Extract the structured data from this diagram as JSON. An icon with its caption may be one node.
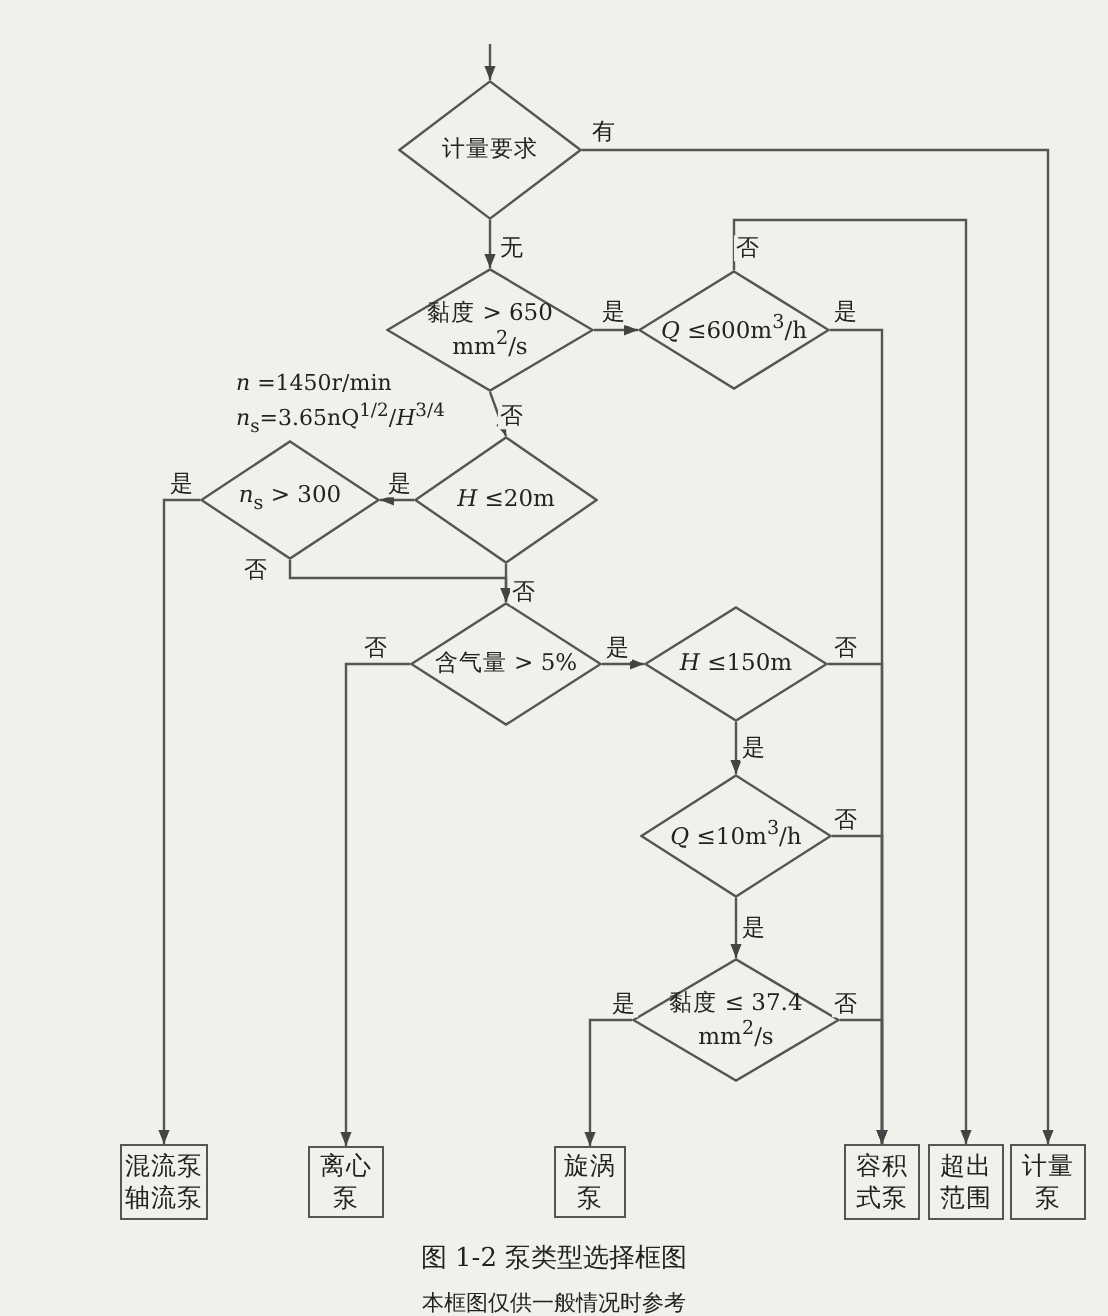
{
  "diagram": {
    "caption": "图 1-2 泵类型选择框图",
    "nodes": [
      {
        "text": [
          "计量要求"
        ]
      },
      {
        "text": [
          "黏度 > 650 mm$^{2}$/s"
        ]
      },
      {
        "text": [
          "*Q* ≤600m$^{3}$/h"
        ]
      },
      {
        "text": [
          "*H* ≤20m"
        ]
      },
      {
        "text": [
          "*n*$_{s}$ > 300"
        ]
      },
      {
        "text": [
          "含气量 > 5%"
        ]
      },
      {
        "text": [
          "*H* ≤150m"
        ]
      },
      {
        "text": [
          "*Q* ≤10m$^{3}$/h"
        ]
      },
      {
        "text": [
          "黏度 ≤ 37.4 mm$^{2}$/s"
        ]
      },
      {
        "text": [
          "混流泵",
          "轴流泵"
        ]
      },
      {
        "text": [
          "离心泵"
        ]
      },
      {
        "text": [
          "旋涡泵"
        ]
      },
      {
        "text": [
          "容积式泵"
        ]
      },
      {
        "text": [
          "超出范围"
        ]
      },
      {
        "text": [
          "计量泵"
        ]
      }
    ],
    "edges": [
      {
        "from": null,
        "to": 0,
        "arrow": "to"
      },
      {
        "from": 0,
        "to": 14,
        "arrow": "to",
        "label": "有"
      },
      {
        "from": 0,
        "to": 1,
        "arrow": "to",
        "label": "无"
      },
      {
        "from": 1,
        "to": 2,
        "arrow": "to",
        "label": "是"
      },
      {
        "from": 2,
        "to": 13,
        "arrow": "to",
        "label": "否"
      },
      {
        "from": 2,
        "to": 12,
        "arrow": "to",
        "label": "是"
      },
      {
        "from": 1,
        "to": 3,
        "arrow": "to",
        "label": "否"
      },
      {
        "from": 3,
        "to": 4,
        "arrow": "to",
        "label": "是"
      },
      {
        "from": 4,
        "to": 9,
        "arrow": "to",
        "label": "是"
      },
      {
        "from": 4,
        "to": 5,
        "arrow": "to",
        "label": "否"
      },
      {
        "from": 3,
        "to": 5,
        "arrow": "to",
        "label": "否"
      },
      {
        "from": 5,
        "to": 10,
        "arrow": "to",
        "label": "否"
      },
      {
        "from": 5,
        "to": 6,
        "arrow": "to",
        "label": "是"
      },
      {
        "from": 6,
        "to": 12,
        "arrow": "to",
        "label": "否"
      },
      {
        "from": 6,
        "to": 7,
        "arrow": "to",
        "label": "是"
      },
      {
        "from": 7,
        "to": 12,
        "arrow": "to",
        "label": "否"
      },
      {
        "from": 7,
        "to": 8,
        "arrow": "to",
        "label": "是"
      },
      {
        "from": 8,
        "to": 11,
        "arrow": "to",
        "label": "是"
      },
      {
        "from": 8,
        "to": 12,
        "arrow": "to",
        "label": "否"
      }
    ],
    "labels": [
      "*n* =1450r/min",
      "*n*$_{s}$=3.65nQ$^{1/2}$/*H*$^{3/4}$",
      "本框图仅供一般情况时参考"
    ]
  }
}
